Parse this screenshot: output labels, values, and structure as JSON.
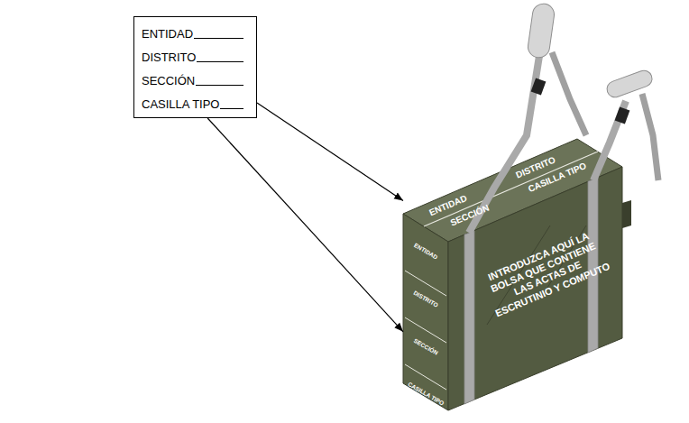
{
  "diagram": {
    "nodes": [
      {
        "text": [
          "ENTIDAD",
          "DISTRITO",
          "SECCIÓN",
          "CASILLA TIPO"
        ]
      },
      {
        "text": [
          "ENTIDAD",
          "DISTRITO",
          "SECCIÓN",
          "CASILLA TIPO"
        ]
      },
      {
        "text": [
          "ENTIDAD",
          "DISTRITO",
          "SECCIÓN",
          "CASILLA TIPO"
        ]
      },
      {
        "text": [
          "INTRODUZCA AQUÍ LA BOLSA QUE CONTIENE LAS ACTAS DE ESCRUTINIO Y COMPUTO"
        ]
      }
    ],
    "edges": [
      {
        "from": 0,
        "to": 1,
        "arrow": "to"
      },
      {
        "from": 0,
        "to": 2,
        "arrow": "to"
      }
    ]
  }
}
